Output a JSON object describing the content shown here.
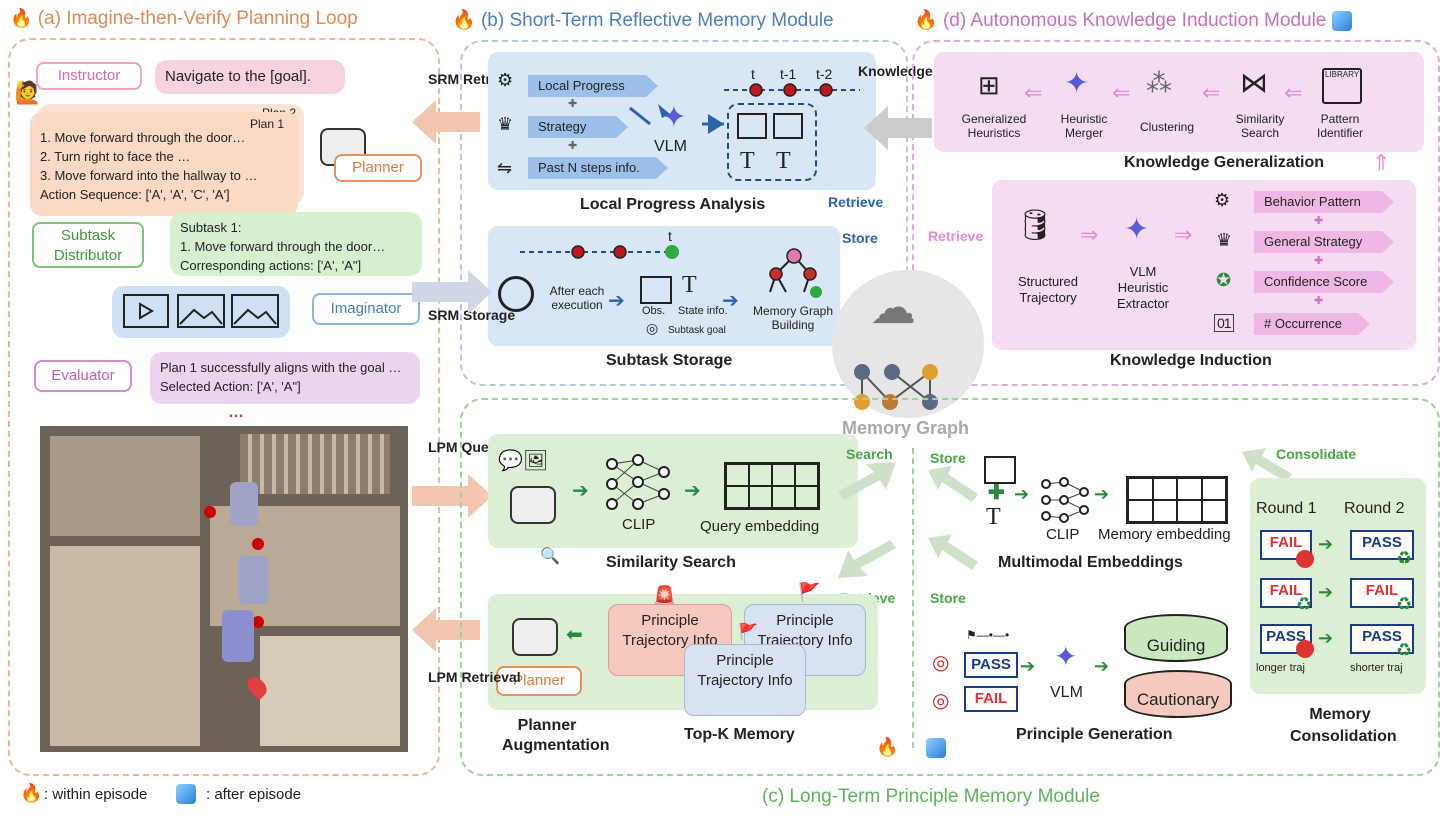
{
  "panels": {
    "a_title": "(a) Imagine-then-Verify Planning Loop",
    "b_title": "(b) Short-Term Reflective Memory Module",
    "d_title": "(d) Autonomous Knowledge Induction Module",
    "c_title": "(c) Long-Term Principle Memory Module"
  },
  "colors": {
    "a": "#e8915e",
    "b": "#4a7fbf",
    "d": "#c76fb8",
    "c": "#5fb35a"
  },
  "loop": {
    "instructor": "Instructor",
    "instruction": "Navigate to the [goal].",
    "plan2": "Plan 2",
    "plan1": "Plan 1",
    "plan_lines": [
      "1.    Move forward through the door…",
      "2.    Turn right to face the …",
      "3.    Move forward into the hallway to …"
    ],
    "action_seq": "Action Sequence: ['A', 'A', 'C', 'A']",
    "planner": "Planner",
    "subtask_distributor": "Subtask Distributor",
    "subtask_title": "Subtask 1:",
    "subtask_line": "1.    Move forward through the door…",
    "subtask_actions": "Corresponding actions: ['A', 'A\"]",
    "imaginator": "Imaginator",
    "evaluator": "Evaluator",
    "eval_line1": "Plan 1 successfully aligns with the goal …",
    "eval_line2": "Selected Action: ['A', 'A\"]",
    "ellipsis": "…"
  },
  "srm": {
    "retrieval": "SRM Retrieval",
    "storage": "SRM Storage",
    "local_progress": "Local Progress",
    "strategy": "Strategy",
    "past_steps": "Past N steps info.",
    "vlm": "VLM",
    "t": "t",
    "t1": "t-1",
    "t2": "t-2",
    "local_progress_analysis": "Local Progress Analysis",
    "knowledge_transfer": "Knowledge Transfer",
    "retrieve": "Retrieve",
    "store": "Store",
    "after_exec": "After each execution",
    "obs": "Obs.",
    "state_info": "State info.",
    "subtask_goal": "Subtask goal",
    "mem_graph_building": "Memory Graph Building",
    "subtask_storage": "Subtask Storage"
  },
  "knowledge": {
    "generalized_heuristics": "Generalized Heuristics",
    "heuristic_merger": "Heuristic Merger",
    "clustering": "Clustering",
    "similarity_search": "Similarity Search",
    "pattern_identifier": "Pattern Identifier",
    "library": "LIBRARY",
    "knowledge_generalization": "Knowledge Generalization",
    "retrieve": "Retrieve",
    "structured_trajectory": "Structured Trajectory",
    "vlm_extractor": "VLM Heuristic Extractor",
    "behavior_pattern": "Behavior Pattern",
    "general_strategy": "General Strategy",
    "confidence_score": "Confidence Score",
    "occurrence": "# Occurrence",
    "knowledge_induction": "Knowledge Induction"
  },
  "memory_graph": "Memory Graph",
  "lpm": {
    "query": "LPM Query",
    "retrieval": "LPM Retrieval",
    "clip": "CLIP",
    "query_embedding": "Query embedding",
    "similarity_search": "Similarity Search",
    "search": "Search",
    "retrieve": "Retrieve",
    "planner": "Planner",
    "planner_aug": "Planner Augmentation",
    "principle_traj": "Principle Trajectory Info",
    "topk": "Top-K Memory",
    "store1": "Store",
    "store2": "Store",
    "mm_clip": "CLIP",
    "memory_embedding": "Memory embedding",
    "mm_embeddings": "Multimodal Embeddings",
    "pass": "PASS",
    "fail": "FAIL",
    "vlm": "VLM",
    "guiding": "Guiding",
    "cautionary": "Cautionary",
    "principle_generation": "Principle Generation",
    "consolidate": "Consolidate",
    "round1": "Round 1",
    "round2": "Round 2",
    "longer_traj": "longer traj",
    "shorter_traj": "shorter traj",
    "memory_consolidation": "Memory Consolidation"
  },
  "legend": {
    "within": ": within episode",
    "after": ": after episode"
  }
}
